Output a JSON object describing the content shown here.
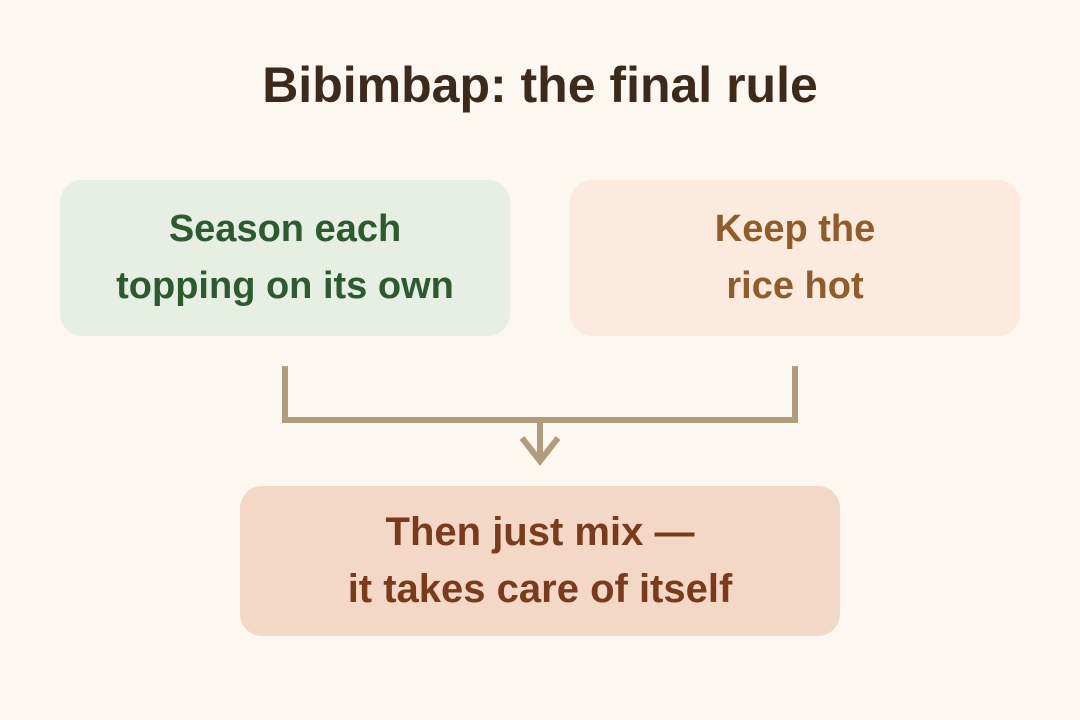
{
  "title": "Bibimbap: the final rule",
  "boxes": {
    "left": {
      "lines": [
        "Season each",
        "topping on its own"
      ]
    },
    "right": {
      "lines": [
        "Keep the",
        "rice hot"
      ]
    },
    "bottom": {
      "lines": [
        "Then just mix —",
        "it takes care of itself"
      ]
    }
  },
  "colors": {
    "background": "#fcf7f0",
    "title": "#3d2a1b",
    "left_fill": "#e7eee3",
    "left_text": "#2d5a2f",
    "right_fill": "#fbeadd",
    "right_text": "#8f5c2c",
    "bottom_fill": "#f4d8c7",
    "bottom_text": "#7a3a1c",
    "connector": "#b29a7c"
  }
}
